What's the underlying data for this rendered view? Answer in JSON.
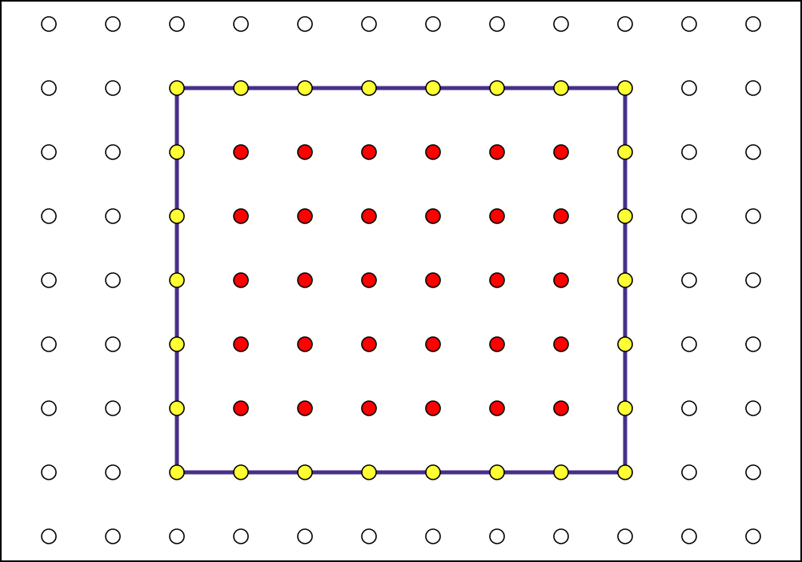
{
  "grid": {
    "columns": 12,
    "rows": 9
  },
  "rectangle": {
    "from_col": 2,
    "from_row": 1,
    "to_col": 9,
    "to_row": 7,
    "stroke_color": "#45308a"
  },
  "dot_styles": {
    "empty": {
      "fill": "#ffffff",
      "stroke": "#000000"
    },
    "boundary": {
      "fill": "#ffff33",
      "stroke": "#000000"
    },
    "interior": {
      "fill": "#ff0000",
      "stroke": "#000000"
    }
  },
  "counts": {
    "boundary_points": 26,
    "interior_points": 30
  }
}
